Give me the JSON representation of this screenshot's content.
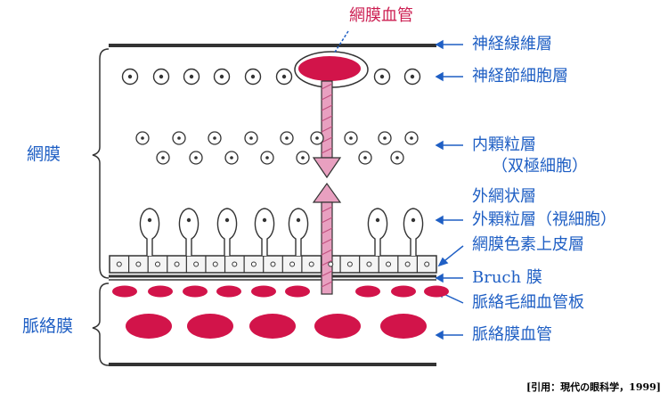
{
  "title_vessel": "網膜血管",
  "side_labels": {
    "retina": "網膜",
    "choroid": "脈絡膜"
  },
  "layers": {
    "nerve_fiber": "神経線維層",
    "ganglion": "神経節細胞層",
    "inner_nuclear": "内顆粒層",
    "inner_nuclear_sub": "（双極細胞）",
    "outer_plexiform": "外網状層",
    "outer_nuclear": "外顆粒層（視細胞）",
    "rpe": "網膜色素上皮層",
    "bruch": "Bruch 膜",
    "choriocapillaris": "脈絡毛細血管板",
    "choroidal_vessel": "脈絡膜血管"
  },
  "citation": "[引用：現代の眼科学，1999]",
  "colors": {
    "label_blue": "#1f5fc4",
    "vessel_red": "#d2144a",
    "arrow_pink": "#e8a0c0"
  }
}
